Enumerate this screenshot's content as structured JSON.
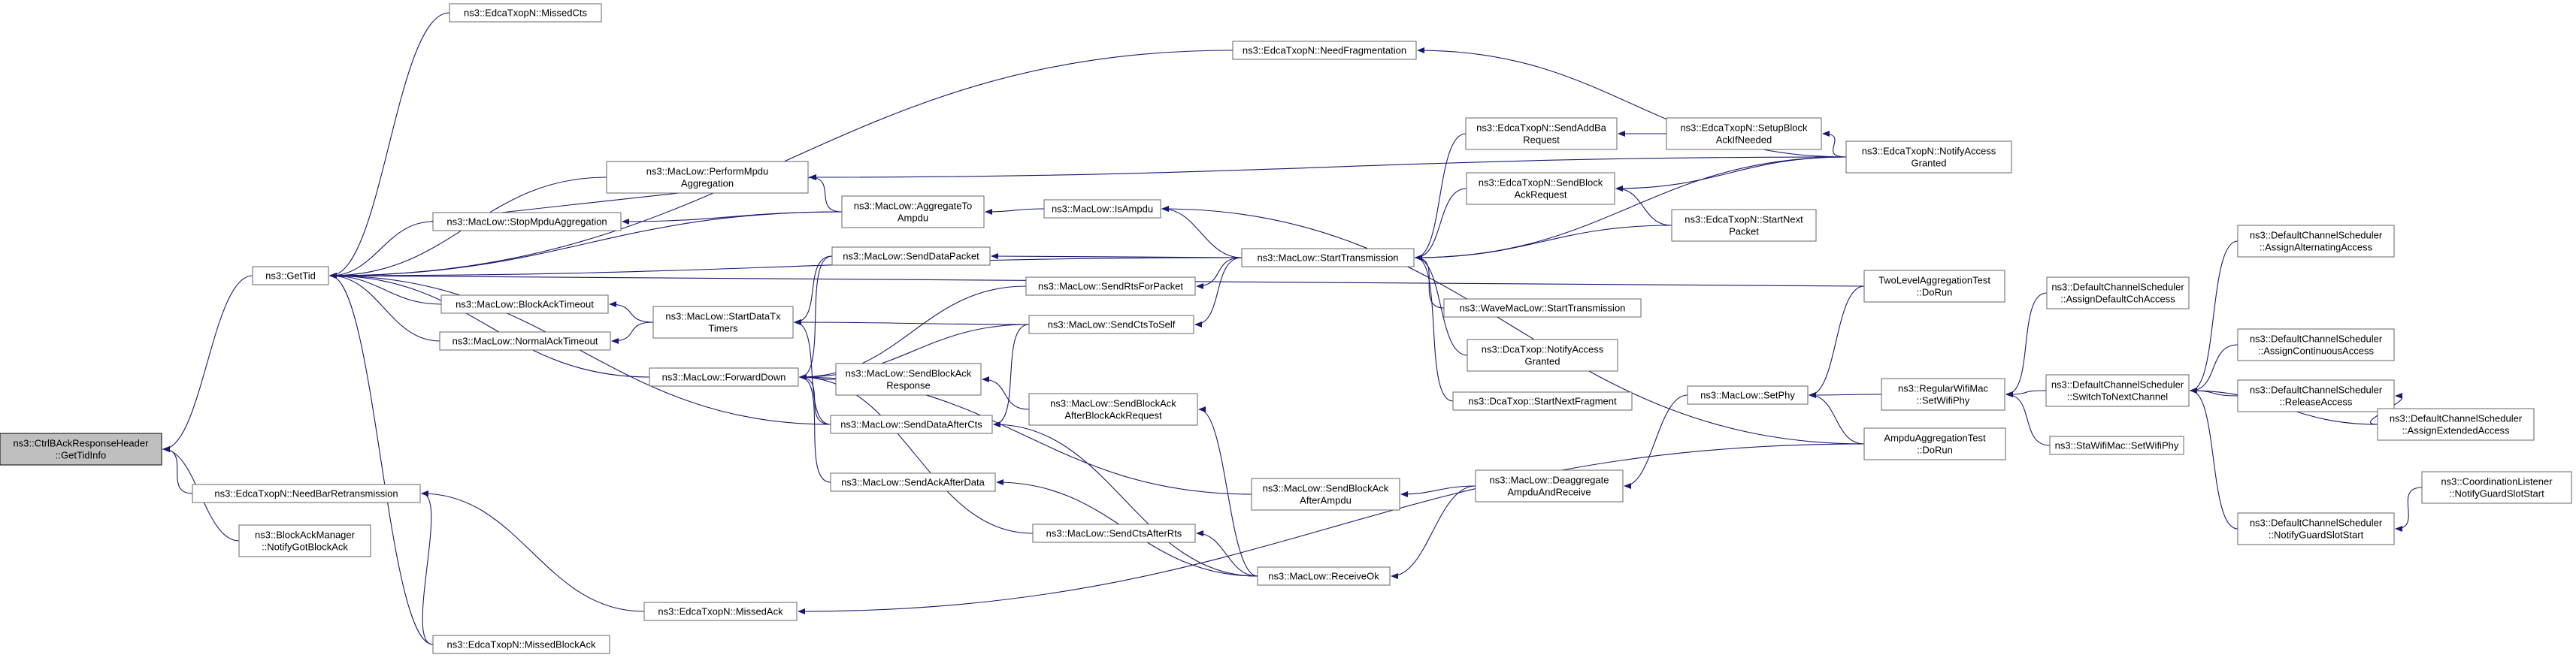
{
  "colors": {
    "edge": "#191970",
    "root_fill": "#bfbfbf",
    "node_fill": "#ffffff",
    "node_border": "#666666"
  },
  "nodes": [
    {
      "id": "root",
      "lines": [
        "ns3::CtrlBAckResponseHeader",
        "::GetTidInfo"
      ]
    },
    {
      "id": "gettid",
      "lines": [
        "ns3::GetTid"
      ]
    },
    {
      "id": "needbar",
      "lines": [
        "ns3::EdcaTxopN::NeedBarRetransmission"
      ]
    },
    {
      "id": "notifygot",
      "lines": [
        "ns3::BlockAckManager",
        "::NotifyGotBlockAck"
      ]
    },
    {
      "id": "missedcts",
      "lines": [
        "ns3::EdcaTxopN::MissedCts"
      ]
    },
    {
      "id": "needfrag",
      "lines": [
        "ns3::EdcaTxopN::NeedFragmentation"
      ]
    },
    {
      "id": "performmpdu",
      "lines": [
        "ns3::MacLow::PerformMpdu",
        "Aggregation"
      ]
    },
    {
      "id": "stopmpdu",
      "lines": [
        "ns3::MacLow::StopMpduAggregation"
      ]
    },
    {
      "id": "aggregate",
      "lines": [
        "ns3::MacLow::AggregateTo",
        "Ampdu"
      ]
    },
    {
      "id": "isampdu",
      "lines": [
        "ns3::MacLow::IsAmpdu"
      ]
    },
    {
      "id": "blockacktimeout",
      "lines": [
        "ns3::MacLow::BlockAckTimeout"
      ]
    },
    {
      "id": "normalacktimeout",
      "lines": [
        "ns3::MacLow::NormalAckTimeout"
      ]
    },
    {
      "id": "startdatatx",
      "lines": [
        "ns3::MacLow::StartDataTx",
        "Timers"
      ]
    },
    {
      "id": "forwarddown",
      "lines": [
        "ns3::MacLow::ForwardDown"
      ]
    },
    {
      "id": "senddatapacket",
      "lines": [
        "ns3::MacLow::SendDataPacket"
      ]
    },
    {
      "id": "sendrts",
      "lines": [
        "ns3::MacLow::SendRtsForPacket"
      ]
    },
    {
      "id": "sendctstoself",
      "lines": [
        "ns3::MacLow::SendCtsToSelf"
      ]
    },
    {
      "id": "sendblockackresp",
      "lines": [
        "ns3::MacLow::SendBlockAck",
        "Response"
      ]
    },
    {
      "id": "sendblockackafterbar",
      "lines": [
        "ns3::MacLow::SendBlockAck",
        "AfterBlockAckRequest"
      ]
    },
    {
      "id": "senddataaftercts",
      "lines": [
        "ns3::MacLow::SendDataAfterCts"
      ]
    },
    {
      "id": "sendackafterdata",
      "lines": [
        "ns3::MacLow::SendAckAfterData"
      ]
    },
    {
      "id": "sendctsafterrts",
      "lines": [
        "ns3::MacLow::SendCtsAfterRts"
      ]
    },
    {
      "id": "missedack",
      "lines": [
        "ns3::EdcaTxopN::MissedAck"
      ]
    },
    {
      "id": "missedblockack",
      "lines": [
        "ns3::EdcaTxopN::MissedBlockAck"
      ]
    },
    {
      "id": "starttransmission",
      "lines": [
        "ns3::MacLow::StartTransmission"
      ]
    },
    {
      "id": "sendaddba",
      "lines": [
        "ns3::EdcaTxopN::SendAddBa",
        "Request"
      ]
    },
    {
      "id": "sendblockackreq",
      "lines": [
        "ns3::EdcaTxopN::SendBlock",
        "AckRequest"
      ]
    },
    {
      "id": "wavestarttx",
      "lines": [
        "ns3::WaveMacLow::StartTransmission"
      ]
    },
    {
      "id": "dcanotify",
      "lines": [
        "ns3::DcaTxop::NotifyAccess",
        "Granted"
      ]
    },
    {
      "id": "dcastartnextfrag",
      "lines": [
        "ns3::DcaTxop::StartNextFragment"
      ]
    },
    {
      "id": "sendblockackafterampdu",
      "lines": [
        "ns3::MacLow::SendBlockAck",
        "AfterAmpdu"
      ]
    },
    {
      "id": "receiveok",
      "lines": [
        "ns3::MacLow::ReceiveOk"
      ]
    },
    {
      "id": "deaggregate",
      "lines": [
        "ns3::MacLow::Deaggregate",
        "AmpduAndReceive"
      ]
    },
    {
      "id": "setupblockack",
      "lines": [
        "ns3::EdcaTxopN::SetupBlock",
        "AckIfNeeded"
      ]
    },
    {
      "id": "startnextpacket",
      "lines": [
        "ns3::EdcaTxopN::StartNext",
        "Packet"
      ]
    },
    {
      "id": "edcanotify",
      "lines": [
        "ns3::EdcaTxopN::NotifyAccess",
        "Granted"
      ]
    },
    {
      "id": "setphy",
      "lines": [
        "ns3::MacLow::SetPhy"
      ]
    },
    {
      "id": "twolevel",
      "lines": [
        "TwoLevelAggregationTest",
        "::DoRun"
      ]
    },
    {
      "id": "ampdutest",
      "lines": [
        "AmpduAggregationTest",
        "::DoRun"
      ]
    },
    {
      "id": "regularsetwifiphy",
      "lines": [
        "ns3::RegularWifiMac",
        "::SetWifiPhy"
      ]
    },
    {
      "id": "stasetwifiphy",
      "lines": [
        "ns3::StaWifiMac::SetWifiPhy"
      ]
    },
    {
      "id": "assigndefault",
      "lines": [
        "ns3::DefaultChannelScheduler",
        "::AssignDefaultCchAccess"
      ]
    },
    {
      "id": "switchtonext",
      "lines": [
        "ns3::DefaultChannelScheduler",
        "::SwitchToNextChannel"
      ]
    },
    {
      "id": "notifyguard",
      "lines": [
        "ns3::DefaultChannelScheduler",
        "::NotifyGuardSlotStart"
      ]
    },
    {
      "id": "assignalternating",
      "lines": [
        "ns3::DefaultChannelScheduler",
        "::AssignAlternatingAccess"
      ]
    },
    {
      "id": "assigncontinuous",
      "lines": [
        "ns3::DefaultChannelScheduler",
        "::AssignContinuousAccess"
      ]
    },
    {
      "id": "releaseaccess",
      "lines": [
        "ns3::DefaultChannelScheduler",
        "::ReleaseAccess"
      ]
    },
    {
      "id": "assignextended",
      "lines": [
        "ns3::DefaultChannelScheduler",
        "::AssignExtendedAccess"
      ]
    },
    {
      "id": "coordinationlistener",
      "lines": [
        "ns3::CoordinationListener",
        "::NotifyGuardSlotStart"
      ]
    }
  ],
  "edges": [
    [
      "gettid",
      "root"
    ],
    [
      "needbar",
      "root"
    ],
    [
      "notifygot",
      "root"
    ],
    [
      "missedcts",
      "gettid"
    ],
    [
      "needfrag",
      "gettid"
    ],
    [
      "performmpdu",
      "gettid"
    ],
    [
      "stopmpdu",
      "gettid"
    ],
    [
      "aggregate",
      "gettid"
    ],
    [
      "blockacktimeout",
      "gettid"
    ],
    [
      "normalacktimeout",
      "gettid"
    ],
    [
      "forwarddown",
      "gettid"
    ],
    [
      "senddataaftercts",
      "gettid"
    ],
    [
      "missedblockack",
      "gettid"
    ],
    [
      "starttransmission",
      "gettid"
    ],
    [
      "twolevel",
      "gettid"
    ],
    [
      "missedack",
      "needbar"
    ],
    [
      "missedblockack",
      "needbar"
    ],
    [
      "aggregate",
      "performmpdu"
    ],
    [
      "stopmpdu",
      "performmpdu"
    ],
    [
      "edcanotify",
      "performmpdu"
    ],
    [
      "aggregate",
      "stopmpdu"
    ],
    [
      "isampdu",
      "aggregate"
    ],
    [
      "starttransmission",
      "isampdu"
    ],
    [
      "startdatatx",
      "blockacktimeout"
    ],
    [
      "startdatatx",
      "normalacktimeout"
    ],
    [
      "senddatapacket",
      "startdatatx"
    ],
    [
      "sendctstoself",
      "startdatatx"
    ],
    [
      "senddataaftercts",
      "startdatatx"
    ],
    [
      "senddatapacket",
      "forwarddown"
    ],
    [
      "sendrts",
      "forwarddown"
    ],
    [
      "sendctstoself",
      "forwarddown"
    ],
    [
      "sendblockackresp",
      "forwarddown"
    ],
    [
      "senddataaftercts",
      "forwarddown"
    ],
    [
      "sendackafterdata",
      "forwarddown"
    ],
    [
      "sendctsafterrts",
      "forwarddown"
    ],
    [
      "sendblockackafterampdu",
      "forwarddown"
    ],
    [
      "starttransmission",
      "senddatapacket"
    ],
    [
      "starttransmission",
      "sendrts"
    ],
    [
      "starttransmission",
      "sendctstoself"
    ],
    [
      "sendblockackafterbar",
      "sendblockackresp"
    ],
    [
      "receiveok",
      "sendblockackafterbar"
    ],
    [
      "sendctstoself",
      "senddataaftercts"
    ],
    [
      "receiveok",
      "senddataaftercts"
    ],
    [
      "receiveok",
      "sendackafterdata"
    ],
    [
      "receiveok",
      "sendctsafterrts"
    ],
    [
      "sendaddba",
      "starttransmission"
    ],
    [
      "sendblockackreq",
      "starttransmission"
    ],
    [
      "wavestarttx",
      "starttransmission"
    ],
    [
      "dcanotify",
      "starttransmission"
    ],
    [
      "dcastartnextfrag",
      "starttransmission"
    ],
    [
      "edcanotify",
      "starttransmission"
    ],
    [
      "startnextpacket",
      "starttransmission"
    ],
    [
      "setupblockack",
      "sendaddba"
    ],
    [
      "edcanotify",
      "setupblockack"
    ],
    [
      "startnextpacket",
      "sendblockackreq"
    ],
    [
      "edcanotify",
      "sendblockackreq"
    ],
    [
      "edcanotify",
      "needfrag"
    ],
    [
      "deaggregate",
      "sendblockackafterampdu"
    ],
    [
      "deaggregate",
      "receiveok"
    ],
    [
      "ampdutest",
      "isampdu"
    ],
    [
      "setphy",
      "deaggregate"
    ],
    [
      "ampdutest",
      "setphy"
    ],
    [
      "regularsetwifiphy",
      "setphy"
    ],
    [
      "twolevel",
      "setphy"
    ],
    [
      "ampdutest",
      "missedack"
    ],
    [
      "assigndefault",
      "regularsetwifiphy"
    ],
    [
      "switchtonext",
      "regularsetwifiphy"
    ],
    [
      "stasetwifiphy",
      "regularsetwifiphy"
    ],
    [
      "assignalternating",
      "switchtonext"
    ],
    [
      "assigncontinuous",
      "switchtonext"
    ],
    [
      "releaseaccess",
      "switchtonext"
    ],
    [
      "assignextended",
      "switchtonext"
    ],
    [
      "notifyguard",
      "switchtonext"
    ],
    [
      "assignextended",
      "releaseaccess"
    ],
    [
      "coordinationlistener",
      "notifyguard"
    ]
  ]
}
